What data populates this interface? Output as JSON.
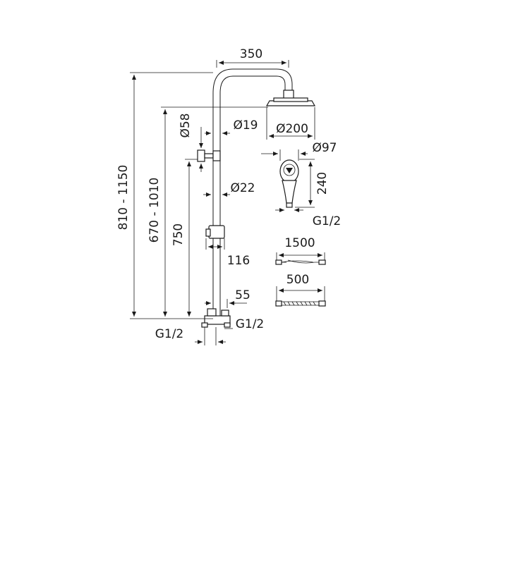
{
  "dimensions": {
    "overall_height": "810 - 1150",
    "head_height": "670 - 1010",
    "bracket_height": "750",
    "arm_length": "350",
    "bracket_diameter": "Ø58",
    "arm_pipe_diameter": "Ø19",
    "head_diameter": "Ø200",
    "column_diameter": "Ø22",
    "holder_offset": "116",
    "mixer_spacing": "55",
    "inlet_left": "G1/2",
    "inlet_right": "G1/2",
    "hand_shower_diameter": "Ø97",
    "hand_shower_length": "240",
    "hand_shower_thread": "G1/2",
    "hose_long": "1500",
    "hose_short": "500"
  }
}
